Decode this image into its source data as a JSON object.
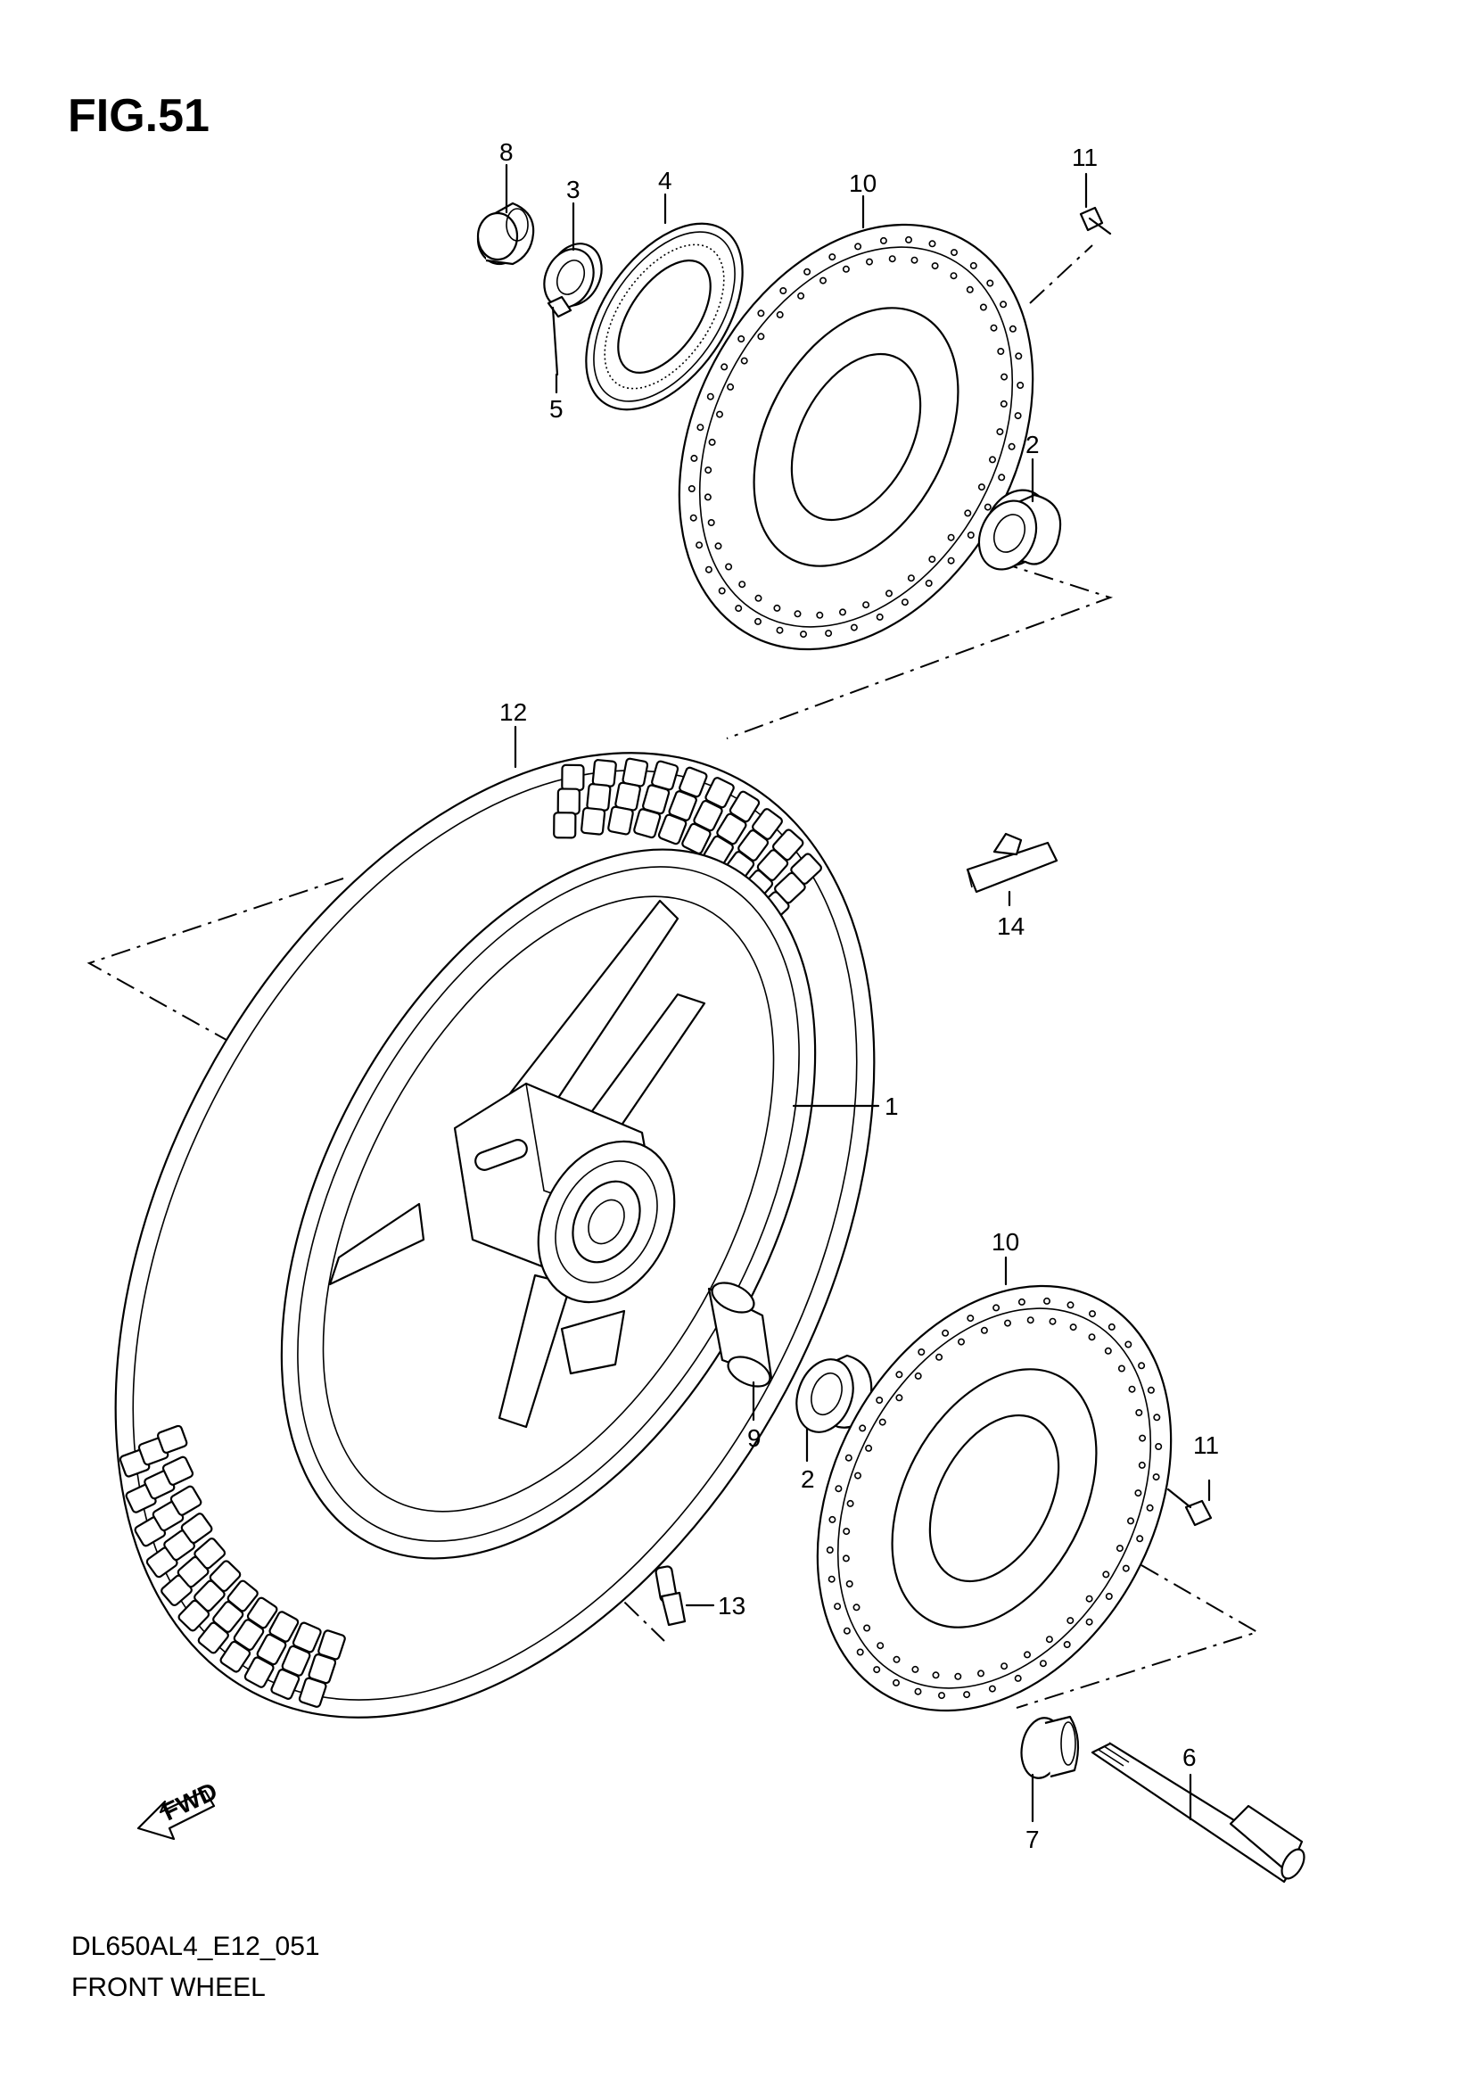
{
  "figure": {
    "title": "FIG.51",
    "model_code": "DL650AL4_E12_051",
    "caption": "FRONT WHEEL"
  },
  "fwd_badge": {
    "text": "FWD",
    "icon": "fwd-arrow-icon"
  },
  "part_labels": {
    "p1": "1",
    "p2a": "2",
    "p2b": "2",
    "p3": "3",
    "p4": "4",
    "p5": "5",
    "p6": "6",
    "p7": "7",
    "p8": "8",
    "p9": "9",
    "p10a": "10",
    "p10b": "10",
    "p11a": "11",
    "p11b": "11",
    "p12": "12",
    "p13": "13",
    "p14": "14"
  }
}
